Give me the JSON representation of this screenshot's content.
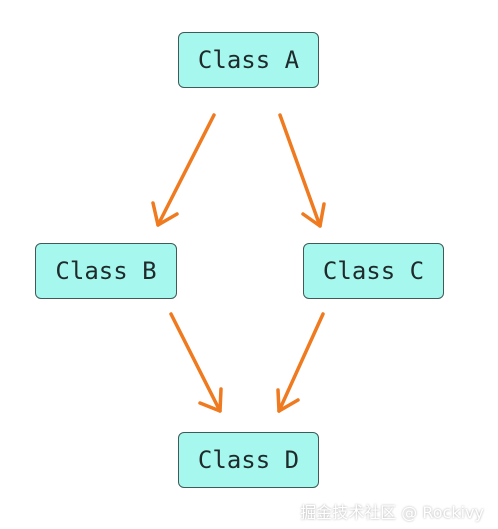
{
  "nodes": {
    "a": "Class A",
    "b": "Class B",
    "c": "Class C",
    "d": "Class D"
  },
  "edges": [
    {
      "from": "Class A",
      "to": "Class B"
    },
    {
      "from": "Class A",
      "to": "Class C"
    },
    {
      "from": "Class B",
      "to": "Class D"
    },
    {
      "from": "Class C",
      "to": "Class D"
    }
  ],
  "watermark": "掘金技术社区 @ Rockivy",
  "colors": {
    "node_fill": "#a6f8ef",
    "node_border": "#3f5a57",
    "arrow": "#ef7a1f"
  }
}
